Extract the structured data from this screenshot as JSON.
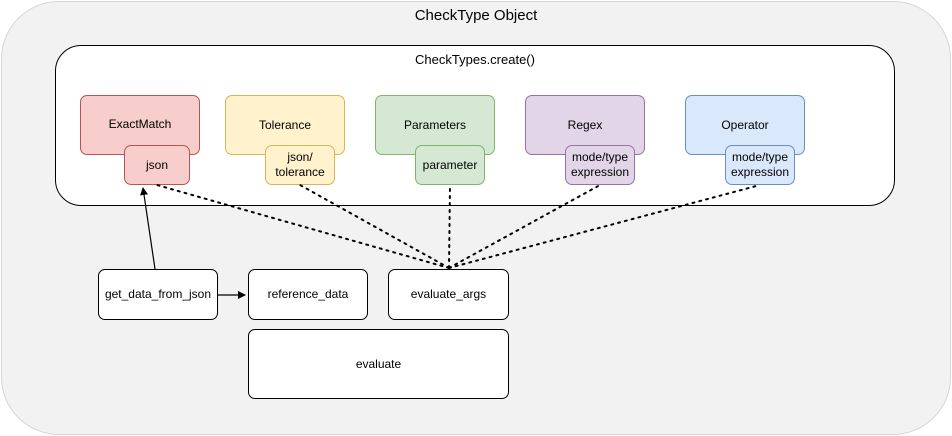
{
  "outer": {
    "title": "CheckType Object"
  },
  "inner": {
    "title": "CheckTypes.create()"
  },
  "types": [
    {
      "name": "ExactMatch",
      "arg_line1": "json",
      "arg_line2": "",
      "fill": "#f8cecc",
      "stroke": "#b85450"
    },
    {
      "name": "Tolerance",
      "arg_line1": "json/",
      "arg_line2": "tolerance",
      "fill": "#fff2cc",
      "stroke": "#d6b656"
    },
    {
      "name": "Parameters",
      "arg_line1": "parameter",
      "arg_line2": "",
      "fill": "#d5e8d4",
      "stroke": "#82b366"
    },
    {
      "name": "Regex",
      "arg_line1": "mode/type",
      "arg_line2": "expression",
      "fill": "#e1d5e7",
      "stroke": "#9673a6"
    },
    {
      "name": "Operator",
      "arg_line1": "mode/type",
      "arg_line2": "expression",
      "fill": "#dae8fc",
      "stroke": "#6c8ebf"
    }
  ],
  "functions": {
    "get_data_from_json": "get_data_from_json",
    "reference_data": "reference_data",
    "evaluate_args": "evaluate_args",
    "evaluate": "evaluate"
  }
}
